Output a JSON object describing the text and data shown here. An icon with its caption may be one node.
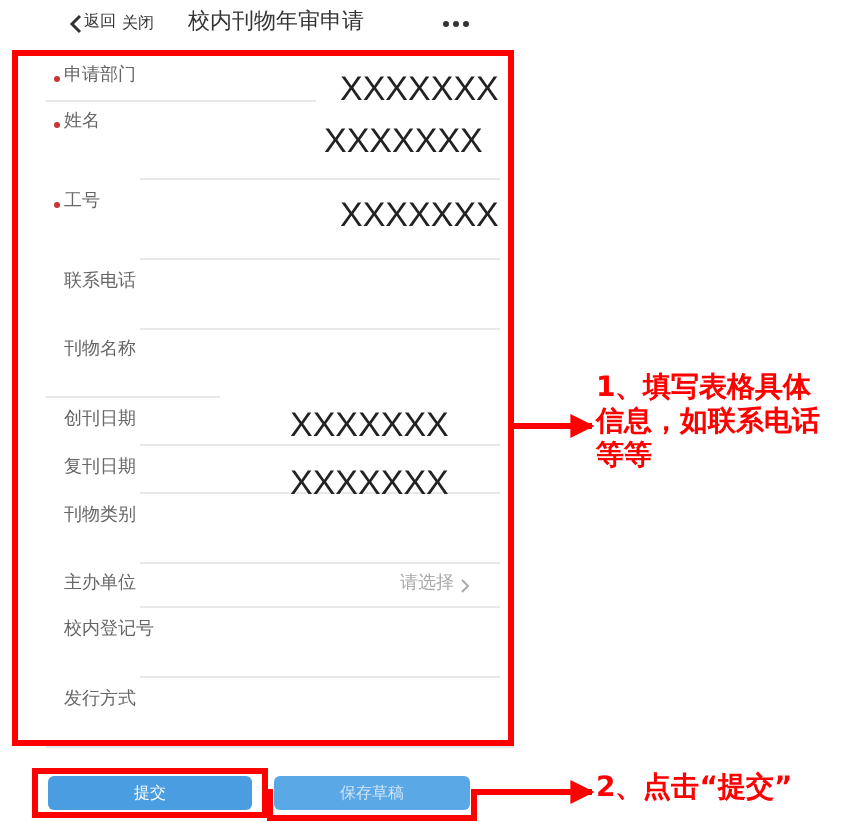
{
  "diagram": {
    "title": "校内刊物年审申请",
    "nodes": [
      {
        "text": [],
        "shape": "box"
      },
      {
        "text": [],
        "shape": "box"
      },
      {
        "text": [
          "提交"
        ],
        "in": 1
      },
      {
        "text": [
          "保存草稿"
        ]
      },
      {
        "text": [
          "1、填写表格具体信息，如联系电话等等"
        ]
      },
      {
        "text": [
          "2、点击“提交”"
        ]
      }
    ],
    "edges": [
      {
        "from": 0,
        "to": 4,
        "arrow": "to"
      },
      {
        "from": 1,
        "to": 5,
        "arrow": "to"
      }
    ],
    "labels": [
      "返回",
      "关闭",
      "申请部门",
      "XXXXXXX",
      "姓名",
      "XXXXXXX",
      "工号",
      "XXXXXXX",
      "联系电话",
      "刊物名称",
      "创刊日期",
      "XXXXXXX",
      "复刊日期",
      "XXXXXXX",
      "刊物类别",
      "主办单位",
      "请选择",
      "校内登记号",
      "发行方式"
    ]
  }
}
